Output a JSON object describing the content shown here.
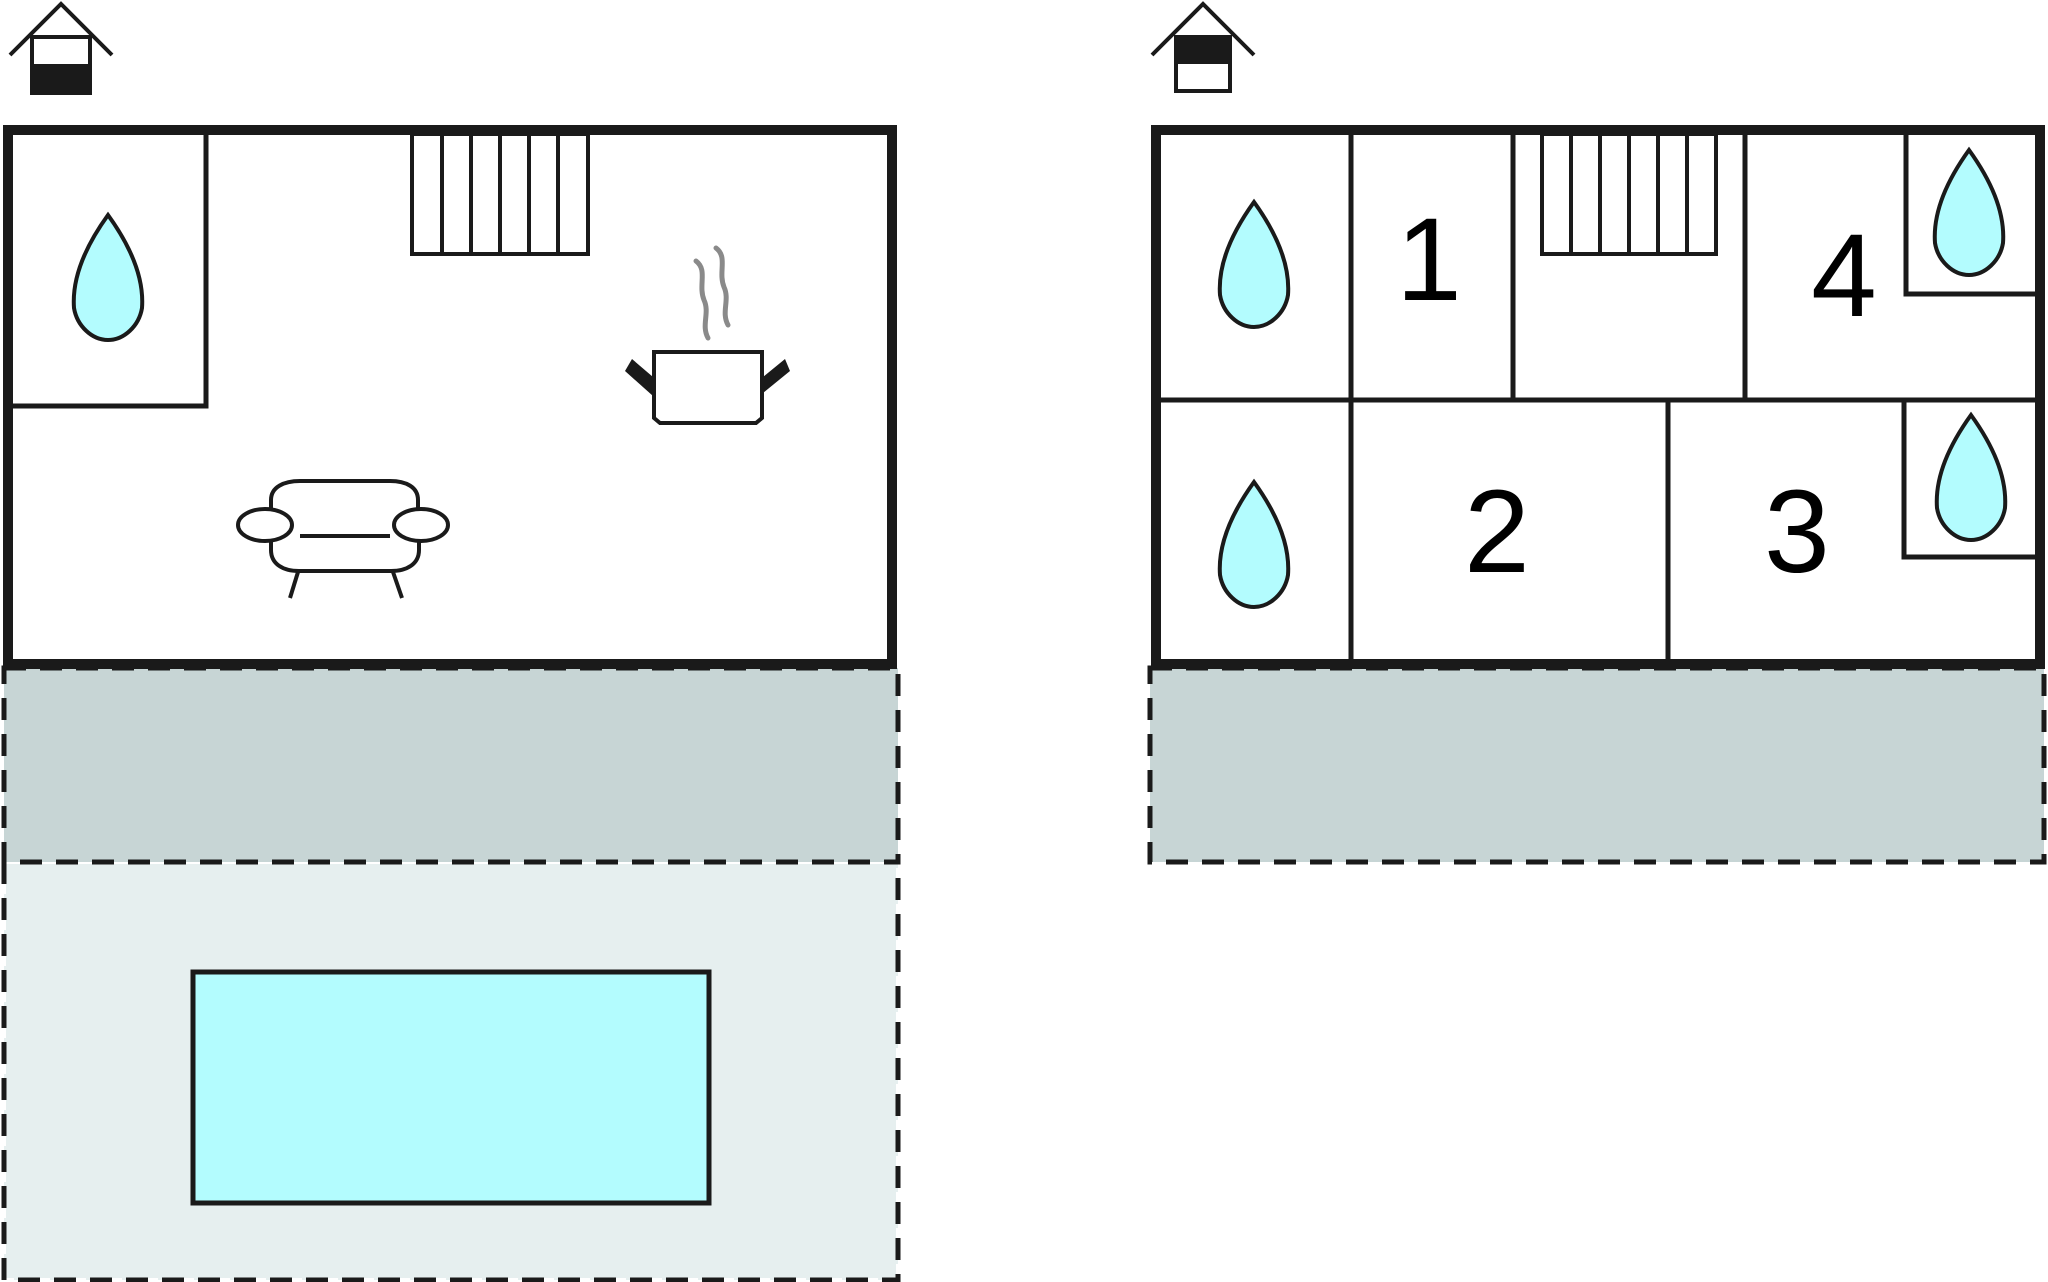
{
  "colors": {
    "wall": "#1a1a1a",
    "water": "#b3fcfe",
    "terrace": "#c7d5d5",
    "garden": "#e6efef",
    "steam": "#8a8a8a",
    "background": "#ffffff"
  },
  "icons": {
    "floor_indicator": "house-floor-icon",
    "bathroom": "water-drop-icon",
    "kitchen": "cooking-pot-icon",
    "living_room": "sofa-icon",
    "stairs": "staircase-icon",
    "pool": "swimming-pool"
  },
  "ground_floor": {
    "floor_marker": "ground-level",
    "rooms": [
      "bathroom",
      "living-room",
      "kitchen"
    ],
    "outdoor": [
      "terrace",
      "garden",
      "pool"
    ]
  },
  "upper_floor": {
    "floor_marker": "upper-level",
    "bedrooms": [
      {
        "label": "1"
      },
      {
        "label": "2"
      },
      {
        "label": "3"
      },
      {
        "label": "4"
      }
    ],
    "outdoor": [
      "balcony"
    ]
  }
}
